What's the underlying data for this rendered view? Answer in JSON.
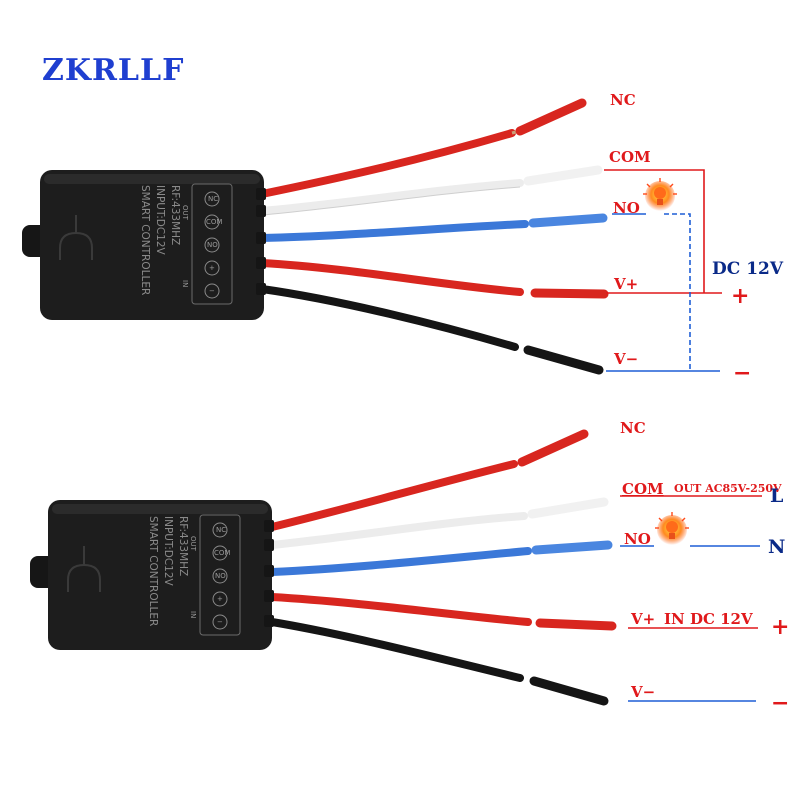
{
  "brand": "ZKRLLF",
  "colors": {
    "brand": "#1f3fd0",
    "label_red": "#e0191b",
    "label_blue": "#1f5fd6",
    "wire_red": "#d8261f",
    "wire_white": "#ececec",
    "wire_blue": "#3b78d8",
    "wire_black": "#151515",
    "controller": "#1d1d1d"
  },
  "controller": {
    "line1": "SMART CONTROLLER",
    "line2": "INPUT:DC12V",
    "line3": "RF:433MHZ",
    "term_out": "OUT",
    "term_in": "IN",
    "term_nc": "NC",
    "term_com": "COM",
    "term_no": "NO",
    "term_plus": "+",
    "term_minus": "−"
  },
  "diagram_top": {
    "nc": "NC",
    "com": "COM",
    "no": "NO",
    "v_plus": "V+",
    "v_minus": "V−",
    "supply": "DC 12V",
    "plus": "+",
    "minus": "−",
    "lamp_icon": "light-bulb-icon"
  },
  "diagram_bottom": {
    "nc": "NC",
    "com": "COM",
    "com_out": "OUT AC85V-250V",
    "l": "L",
    "no": "NO",
    "n": "N",
    "v_plus": "V+",
    "in_dc": "IN DC 12V",
    "v_minus": "V−",
    "plus": "+",
    "minus": "−",
    "lamp_icon": "light-bulb-icon"
  }
}
